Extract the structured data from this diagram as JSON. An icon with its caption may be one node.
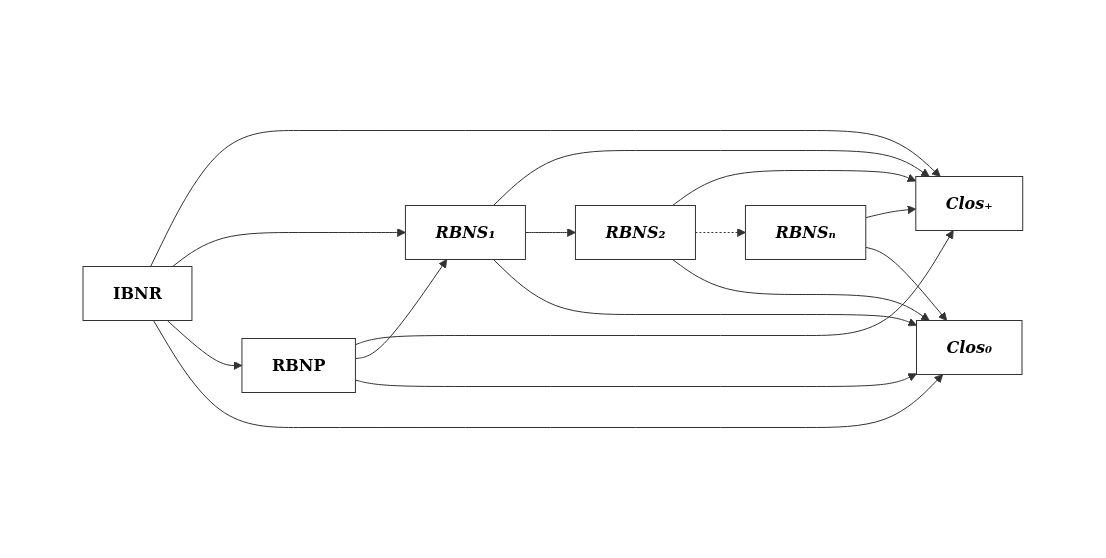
{
  "diagram": {
    "nodes": [
      {
        "text": [
          "Clos₊"
        ]
      },
      {
        "text": [
          "IBNR"
        ]
      },
      {
        "text": [
          "RBNS₁"
        ]
      },
      {
        "text": [
          "RBNS₂"
        ]
      },
      {
        "text": [
          "RBNSₙ"
        ]
      },
      {
        "text": [
          "RBNP"
        ]
      },
      {
        "text": [
          "Clos₀"
        ]
      }
    ],
    "edges": [
      {
        "from": 1,
        "to": 0,
        "arrow": "to"
      },
      {
        "from": 1,
        "to": 2,
        "arrow": "to"
      },
      {
        "from": 1,
        "to": 5,
        "arrow": "to"
      },
      {
        "from": 1,
        "to": 6,
        "arrow": "to"
      },
      {
        "from": 5,
        "to": 0,
        "arrow": "to"
      },
      {
        "from": 5,
        "to": 2,
        "arrow": "to"
      },
      {
        "from": 5,
        "to": 6,
        "arrow": "to"
      },
      {
        "from": 2,
        "to": 0,
        "arrow": "to"
      },
      {
        "from": 2,
        "to": 3,
        "arrow": "to"
      },
      {
        "from": 2,
        "to": 6,
        "arrow": "to"
      },
      {
        "from": 3,
        "to": 0,
        "arrow": "to"
      },
      {
        "from": 3,
        "to": 4,
        "arrow": "to",
        "style": "dashed"
      },
      {
        "from": 3,
        "to": 6,
        "arrow": "to"
      },
      {
        "from": 4,
        "to": 0,
        "arrow": "to"
      },
      {
        "from": 4,
        "to": 6,
        "arrow": "to"
      }
    ]
  }
}
